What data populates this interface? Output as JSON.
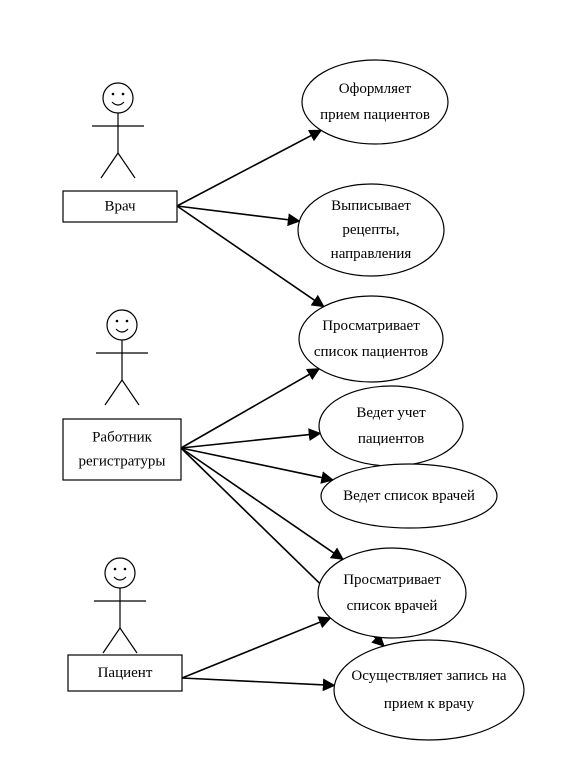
{
  "actors": [
    {
      "id": "doctor",
      "label_lines": [
        "Врач"
      ]
    },
    {
      "id": "registrar",
      "label_lines": [
        "Работник",
        "регистратуры"
      ]
    },
    {
      "id": "patient",
      "label_lines": [
        "Пациент"
      ]
    }
  ],
  "use_cases": [
    {
      "id": "uc1",
      "label_lines": [
        "Оформляет",
        "прием пациентов"
      ]
    },
    {
      "id": "uc2",
      "label_lines": [
        "Выписывает",
        "рецепты,",
        "направления"
      ]
    },
    {
      "id": "uc3",
      "label_lines": [
        "Просматривает",
        "список пациентов"
      ]
    },
    {
      "id": "uc4",
      "label_lines": [
        "Ведет учет",
        "пациентов"
      ]
    },
    {
      "id": "uc5",
      "label_lines": [
        "Ведет список врачей"
      ]
    },
    {
      "id": "uc6",
      "label_lines": [
        "Просматривает",
        "список врачей"
      ]
    },
    {
      "id": "uc7",
      "label_lines": [
        "Осуществляет запись на",
        "прием к врачу"
      ]
    }
  ],
  "associations": [
    {
      "from": "doctor",
      "to": "uc1"
    },
    {
      "from": "doctor",
      "to": "uc2"
    },
    {
      "from": "doctor",
      "to": "uc3"
    },
    {
      "from": "registrar",
      "to": "uc3"
    },
    {
      "from": "registrar",
      "to": "uc4"
    },
    {
      "from": "registrar",
      "to": "uc5"
    },
    {
      "from": "registrar",
      "to": "uc6"
    },
    {
      "from": "registrar",
      "to": "uc7"
    },
    {
      "from": "patient",
      "to": "uc6"
    },
    {
      "from": "patient",
      "to": "uc7"
    }
  ]
}
